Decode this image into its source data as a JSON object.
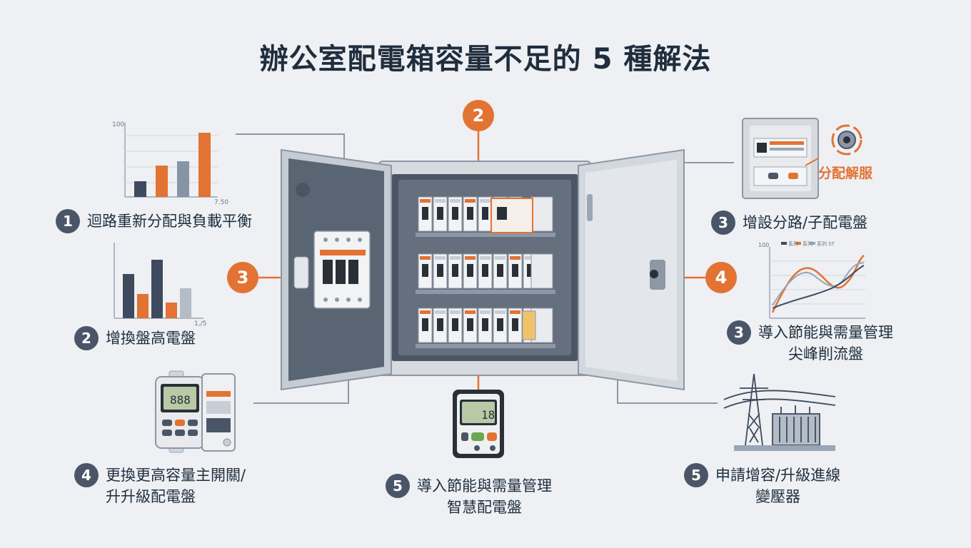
{
  "title": "辦公室配電箱容量不足的 5 種解法",
  "colors": {
    "accent": "#e27333",
    "navy": "#3e4a5e",
    "gray": "#9aa6b6",
    "background": "#eef0f3"
  },
  "pins": {
    "top": "2",
    "left": "3",
    "right": "4"
  },
  "left_chart_top": {
    "y_max_label": "100",
    "x_end_label": "7.50",
    "values": [
      22,
      44,
      50,
      90
    ]
  },
  "left_chart_mid": {
    "x_end_label": "1,/5",
    "values": [
      62,
      34,
      82,
      22,
      42
    ]
  },
  "right_chart": {
    "legend": [
      "系列",
      "系列",
      "系列 ST"
    ],
    "y_label": "100"
  },
  "meter_panel_text": "分配解服",
  "labels": {
    "l1": {
      "num": "1",
      "lines": [
        "迴路重新分配與負載平衡"
      ]
    },
    "l2": {
      "num": "2",
      "lines": [
        "增換盤高電盤"
      ]
    },
    "l4": {
      "num": "4",
      "lines": [
        "更換更高容量主開關/",
        "升升級配電盤"
      ]
    },
    "b5": {
      "num": "5",
      "lines": [
        "導入節能與需量管理",
        "智慧配電盤"
      ]
    },
    "r3a": {
      "num": "3",
      "lines": [
        "增設分路/子配電盤"
      ]
    },
    "r3b": {
      "num": "3",
      "lines": [
        "導入節能與需量管理",
        "尖峰削流盤"
      ]
    },
    "r5": {
      "num": "5",
      "lines": [
        "申請增容/升級進線",
        "變壓器"
      ]
    }
  }
}
